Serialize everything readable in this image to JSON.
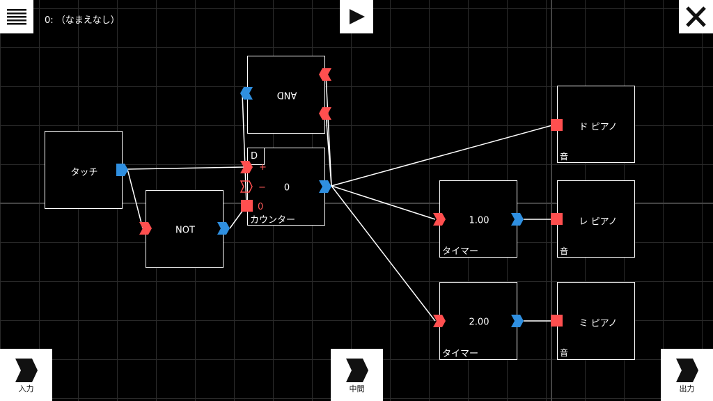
{
  "header": {
    "title": "0: （なまえなし）",
    "menu_icon": "hamburger-icon",
    "play_icon": "play-icon",
    "close_icon": "close-x-icon"
  },
  "nodes": {
    "touch": {
      "label": "タッチ"
    },
    "not": {
      "label": "NOT"
    },
    "and": {
      "label": "AND"
    },
    "counter": {
      "badge": "D",
      "plus": "+",
      "minus": "−",
      "reset": "0",
      "value": "0",
      "label": "カウンター"
    },
    "timer1": {
      "value": "1.00",
      "label": "タイマー"
    },
    "timer2": {
      "value": "2.00",
      "label": "タイマー"
    },
    "piano_do": {
      "label": "ド ピアノ",
      "sub": "音"
    },
    "piano_re": {
      "label": "レ ピアノ",
      "sub": "音"
    },
    "piano_mi": {
      "label": "ミ ピアノ",
      "sub": "音"
    }
  },
  "footer": {
    "input_label": "入力",
    "middle_label": "中間",
    "output_label": "出力"
  },
  "colors": {
    "input_port": "#ff4f4f",
    "output_port": "#2f8fe0",
    "grid": "#2a2a2a"
  }
}
